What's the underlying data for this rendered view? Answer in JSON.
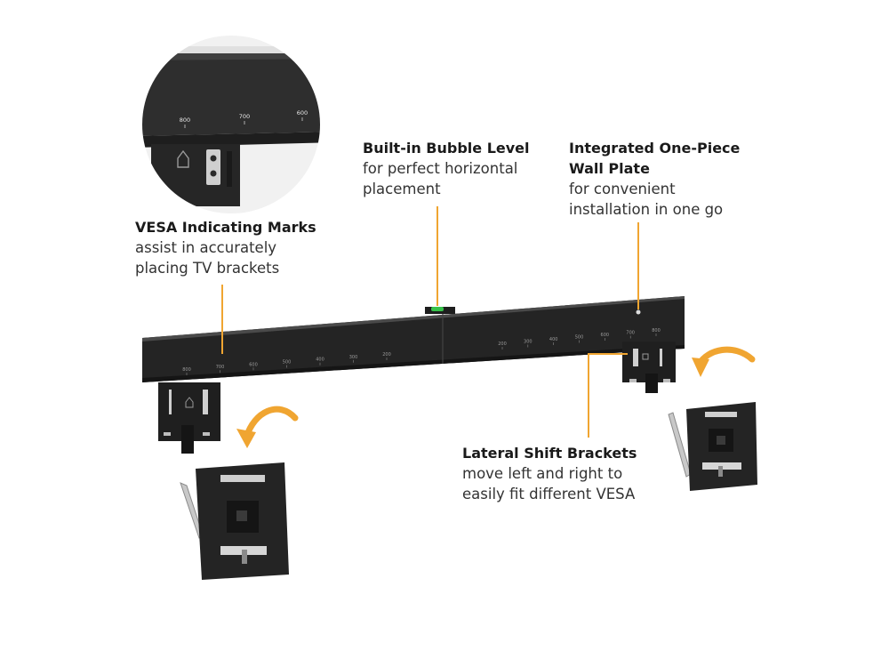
{
  "callouts": {
    "vesa_marks": {
      "title": "VESA Indicating Marks",
      "line1": "assist in accurately",
      "line2": "placing TV brackets"
    },
    "bubble_level": {
      "title": "Built-in Bubble Level",
      "line1": "for perfect horizontal",
      "line2": "placement"
    },
    "wall_plate": {
      "title1": "Integrated One-Piece",
      "title2": "Wall Plate",
      "line1": "for convenient",
      "line2": "installation in one go"
    },
    "shift_brackets": {
      "title": "Lateral Shift Brackets",
      "line1": "move left and right to",
      "line2": "easily fit different VESA"
    }
  },
  "zoom_marks": [
    "800",
    "700",
    "600"
  ],
  "bar_marks_left": [
    "800",
    "700",
    "600",
    "500",
    "400",
    "300",
    "200"
  ],
  "bar_marks_right": [
    "200",
    "300",
    "400",
    "500",
    "600",
    "700",
    "800"
  ],
  "colors": {
    "accent": "#f0a531",
    "bar": "#2b2b2b",
    "bubble": "#36c24a"
  }
}
